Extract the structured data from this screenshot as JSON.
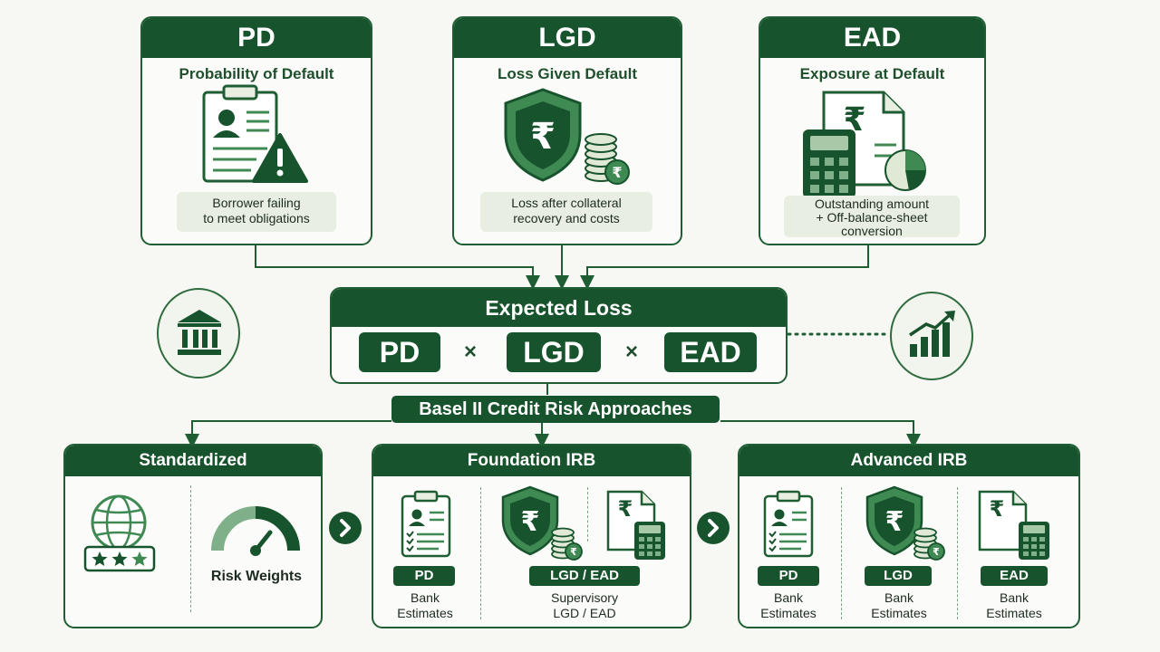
{
  "components": {
    "pd": {
      "abbr": "PD",
      "title": "Probability of Default",
      "note_line1": "Borrower failing",
      "note_line2": "to meet obligations",
      "note_line3": ""
    },
    "lgd": {
      "abbr": "LGD",
      "title": "Loss Given Default",
      "note_line1": "Loss after collateral",
      "note_line2": "recovery and costs",
      "note_line3": ""
    },
    "ead": {
      "abbr": "EAD",
      "title": "Exposure at Default",
      "note_line1": "Outstanding amount",
      "note_line2": "+ Off-balance-sheet",
      "note_line3": "conversion"
    }
  },
  "formula": {
    "title": "Expected Loss",
    "factors": [
      "PD",
      "LGD",
      "EAD"
    ],
    "operator": "×"
  },
  "approaches_title": "Basel II Credit Risk Approaches",
  "approaches": {
    "standardized": {
      "title": "Standardized",
      "risk_label": "Risk Weights"
    },
    "foundation": {
      "title": "Foundation IRB",
      "pd_pill": "PD",
      "pd_cap1": "Bank",
      "pd_cap2": "Estimates",
      "lgd_pill": "LGD / EAD",
      "lgd_cap1": "Supervisory",
      "lgd_cap2": "LGD / EAD"
    },
    "advanced": {
      "title": "Advanced IRB",
      "pd_pill": "PD",
      "pd_cap1": "Bank",
      "pd_cap2": "Estimates",
      "lgd_pill": "LGD",
      "lgd_cap1": "Bank",
      "lgd_cap2": "Estimates",
      "ead_pill": "EAD",
      "ead_cap1": "Bank",
      "ead_cap2": "Estimates"
    }
  },
  "currency_symbol": "₹",
  "icons": [
    "clipboard-icon",
    "warning-icon",
    "rupee-shield-icon",
    "coin-stack-icon",
    "rupee-document-icon",
    "calculator-icon",
    "pie-chart-icon",
    "bank-icon",
    "growth-chart-icon",
    "globe-icon",
    "star-rating-icon",
    "gauge-icon",
    "chevron-right-icon"
  ],
  "colors": {
    "primary": "#17532c",
    "light": "#e8efe2",
    "mid": "#3f8a52",
    "background": "#f7f8f4"
  }
}
